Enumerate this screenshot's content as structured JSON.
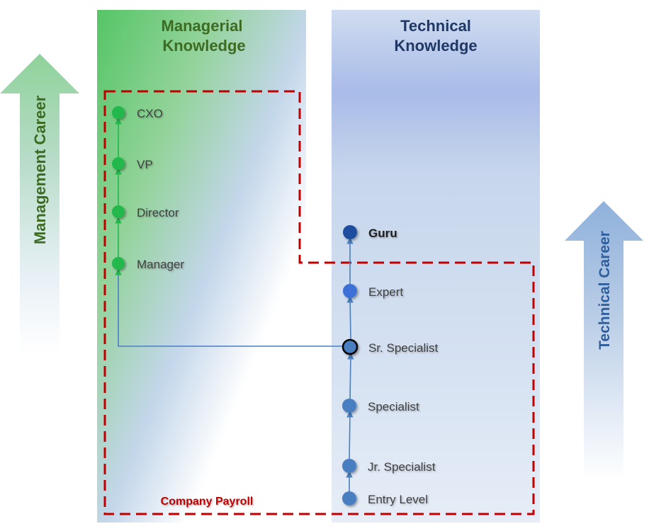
{
  "columns": {
    "managerial_title": [
      "Managerial",
      "Knowledge"
    ],
    "technical_title": [
      "Technical",
      "Knowledge"
    ]
  },
  "side_arrows": {
    "management": "Management Career",
    "technical": "Technical Career"
  },
  "managerial_track": [
    {
      "label": "CXO"
    },
    {
      "label": "VP"
    },
    {
      "label": "Director"
    },
    {
      "label": "Manager"
    }
  ],
  "technical_track": [
    {
      "label": "Guru",
      "emphasis": true
    },
    {
      "label": "Expert"
    },
    {
      "label": "Sr. Specialist",
      "highlight": true
    },
    {
      "label": "Specialist"
    },
    {
      "label": "Jr. Specialist"
    },
    {
      "label": "Entry Level"
    }
  ],
  "payroll_label": "Company Payroll",
  "colors": {
    "managerial_green": "#22b84c",
    "managerial_title": "#3d6b22",
    "technical_title": "#1f3864",
    "technical_blue": "#4a7fc0",
    "guru_blue": "#1f4e9e",
    "expert_blue": "#3d6fd6",
    "payroll_red": "#c00000",
    "left_arrow": "#8fd29a",
    "right_arrow": "#8fb1db"
  }
}
